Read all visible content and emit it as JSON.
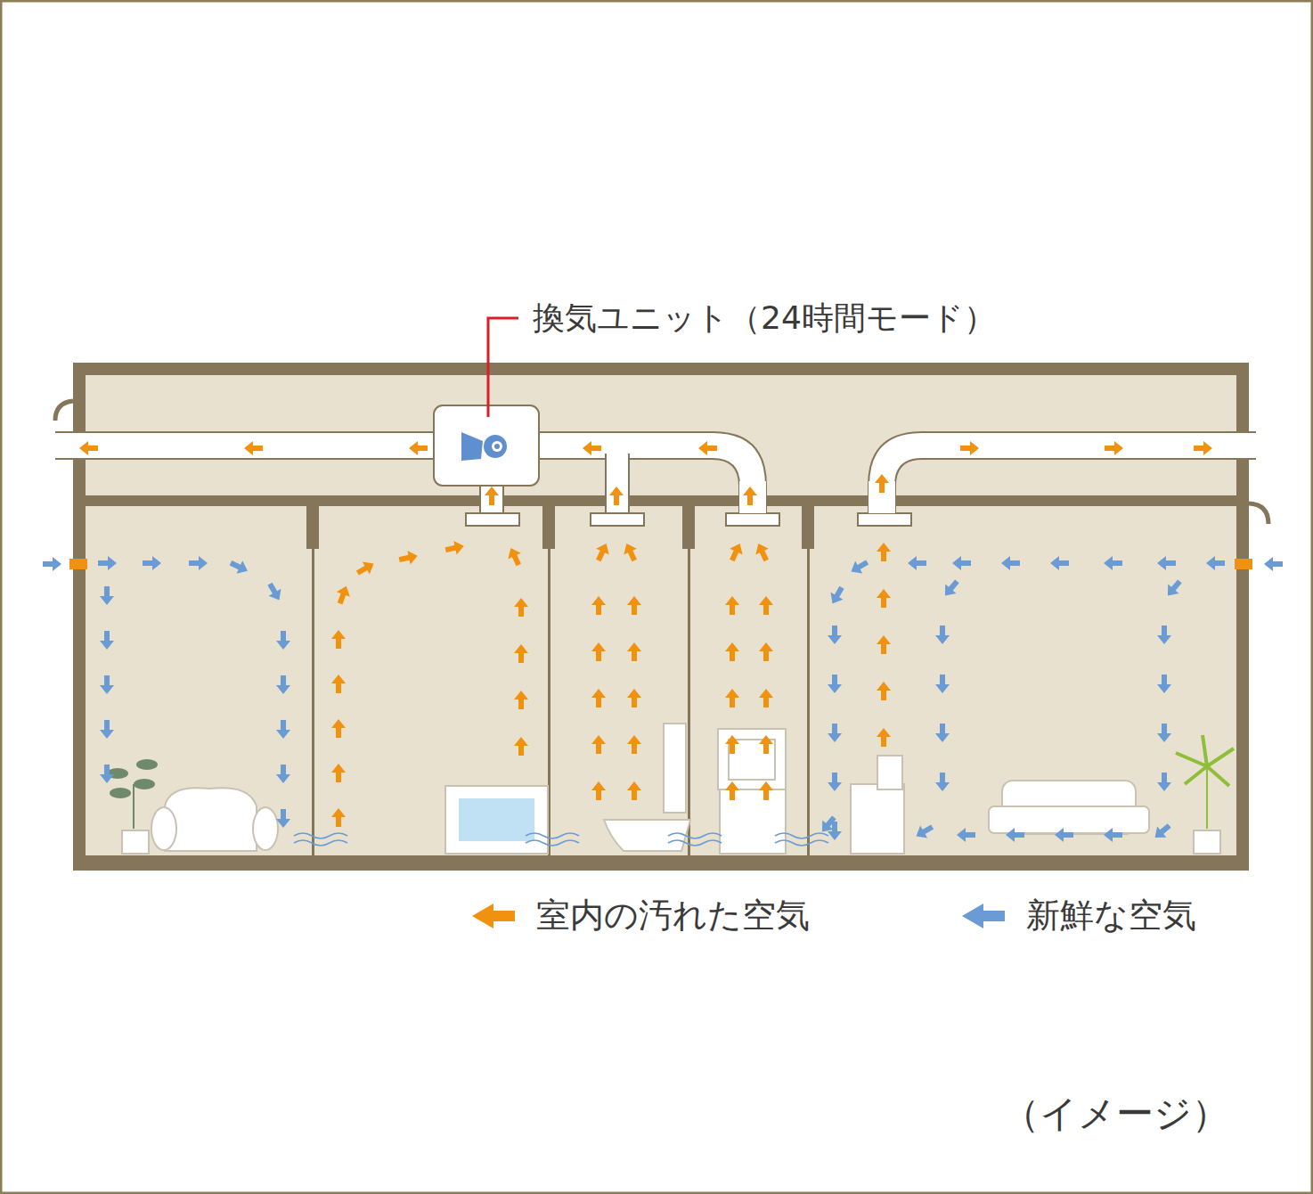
{
  "diagram": {
    "caption": "（イメージ）",
    "labels": [
      "換気ユニット（24時間モード）"
    ],
    "legend": [
      {
        "text": "室内の汚れた空気",
        "color": "#f0920f"
      },
      {
        "text": "新鮮な空気",
        "color": "#6a9bd4"
      }
    ]
  }
}
